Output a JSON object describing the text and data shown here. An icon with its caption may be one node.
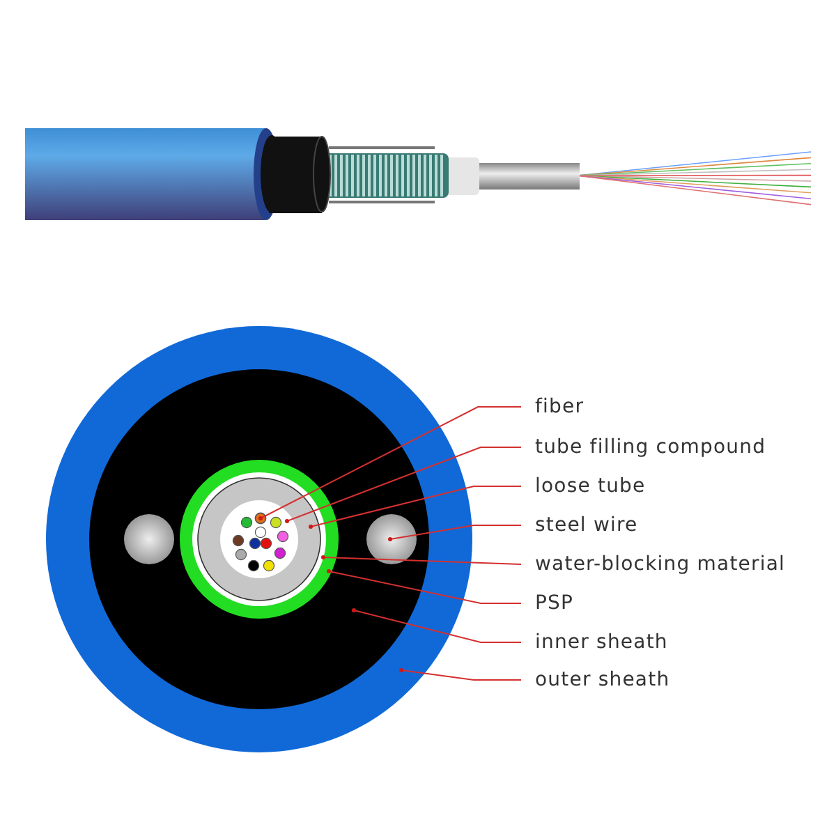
{
  "diagram": {
    "nodes": [
      {
        "text": [],
        "shape": "circle"
      },
      {
        "text": [],
        "shape": "circle",
        "in": 0
      },
      {
        "text": [],
        "shape": "circle",
        "in": 1
      },
      {
        "text": [],
        "shape": "circle",
        "in": 1
      },
      {
        "text": [],
        "shape": "circle",
        "in": 1
      },
      {
        "text": [],
        "shape": "circle",
        "in": 4
      },
      {
        "text": [],
        "shape": "circle",
        "in": 5
      },
      {
        "text": [],
        "shape": "circle",
        "in": 6
      },
      {
        "text": [],
        "shape": "circle",
        "in": 7
      },
      {
        "text": [
          "fiber"
        ]
      },
      {
        "text": [
          "tube filling compound"
        ]
      },
      {
        "text": [
          "loose tube"
        ]
      },
      {
        "text": [
          "steel wire"
        ]
      },
      {
        "text": [
          "water-blocking material"
        ]
      },
      {
        "text": [
          "PSP"
        ]
      },
      {
        "text": [
          "inner sheath"
        ]
      },
      {
        "text": [
          "outer sheath"
        ]
      }
    ],
    "edges": [
      {
        "from": 9,
        "to": 8,
        "arrow": "other"
      },
      {
        "from": 10,
        "to": 7,
        "arrow": "other"
      },
      {
        "from": 11,
        "to": 6,
        "arrow": "other"
      },
      {
        "from": 12,
        "to": 3,
        "arrow": "other"
      },
      {
        "from": 13,
        "to": 5,
        "arrow": "other"
      },
      {
        "from": 14,
        "to": 4,
        "arrow": "other"
      },
      {
        "from": 15,
        "to": 1,
        "arrow": "other"
      },
      {
        "from": 16,
        "to": 0,
        "arrow": "other"
      }
    ]
  }
}
